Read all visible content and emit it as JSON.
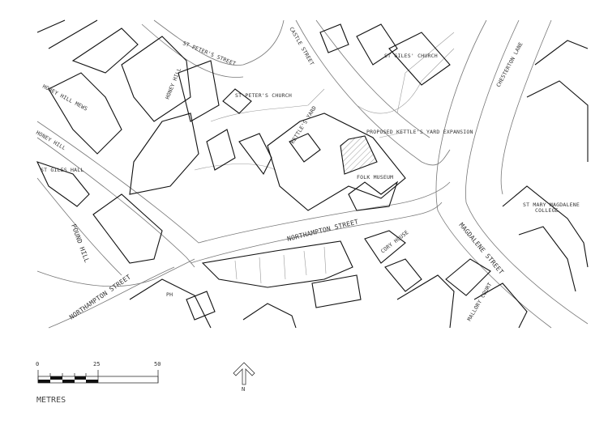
{
  "map": {
    "labels": {
      "st_peters_street": "ST PETER'S STREET",
      "castle_street": "CASTLE STREET",
      "st_giles_church": "ST GILES' CHURCH",
      "chesterton_lane": "CHESTERTON LANE",
      "honey_hill_mews": "HONEY HILL MEWS",
      "honey_hill_1": "HONEY HILL",
      "st_peters_church": "ST PETER'S CHURCH",
      "kettles_yard": "KETTLE'S YARD",
      "proposed_expansion": "PROPOSED KETTLE'S YARD EXPANSION",
      "honey_hill_2": "HONEY HILL",
      "st_giles_hall": "ST GILES HALL",
      "folk_museum": "FOLK MUSEUM",
      "st_mary_magdalene_college_1": "ST MARY MAGDALENE",
      "st_mary_magdalene_college_2": "COLLEGE",
      "pound_hill": "POUND HILL",
      "northampton_street_1": "NORTHAMPTON STREET",
      "cory_house": "CORY HOUSE",
      "magdalene_street": "MAGDALENE STREET",
      "ph": "PH",
      "northampton_street_2": "NORTHAMPTON STREET",
      "mallory_court": "MALLORY COURT"
    }
  },
  "scale_bar": {
    "ticks": [
      "0",
      "25",
      "50"
    ],
    "unit": "METRES"
  },
  "north_arrow": {
    "label": "N"
  }
}
